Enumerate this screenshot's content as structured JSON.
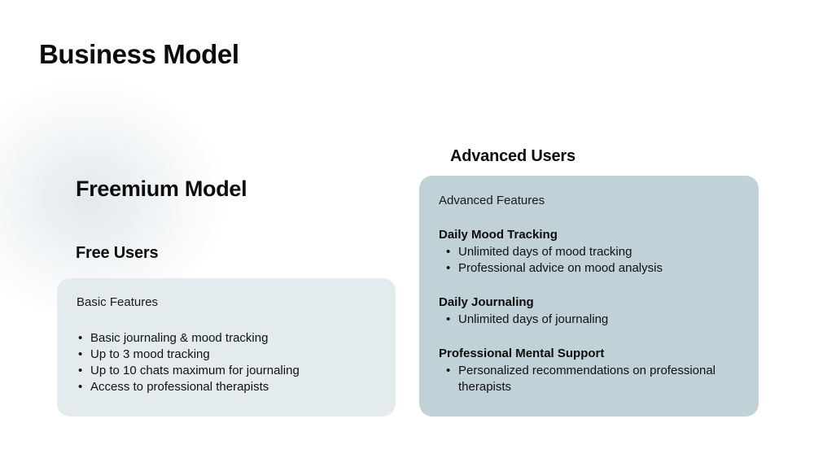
{
  "slide": {
    "title": "Business Model",
    "background_color": "#ffffff"
  },
  "colors": {
    "free_card": "#e4ebee",
    "advanced_card": "#c0d1d8",
    "text": "#0d0d0d"
  },
  "left_column": {
    "model_title": "Freemium Model",
    "tier_title": "Free Users",
    "card": {
      "features_label": "Basic Features",
      "bullets": [
        "Basic journaling & mood tracking",
        "Up to 3 mood tracking",
        "Up to 10 chats maximum for journaling",
        "Access to professional therapists"
      ]
    }
  },
  "right_column": {
    "tier_title": "Advanced Users",
    "card": {
      "features_label": "Advanced Features",
      "groups": [
        {
          "heading": "Daily Mood Tracking",
          "bullets": [
            "Unlimited days of mood tracking",
            "Professional advice on mood analysis"
          ]
        },
        {
          "heading": "Daily Journaling",
          "bullets": [
            "Unlimited days of journaling"
          ]
        },
        {
          "heading": "Professional Mental Support",
          "bullets": [
            "Personalized recommendations on professional therapists"
          ]
        }
      ]
    }
  }
}
